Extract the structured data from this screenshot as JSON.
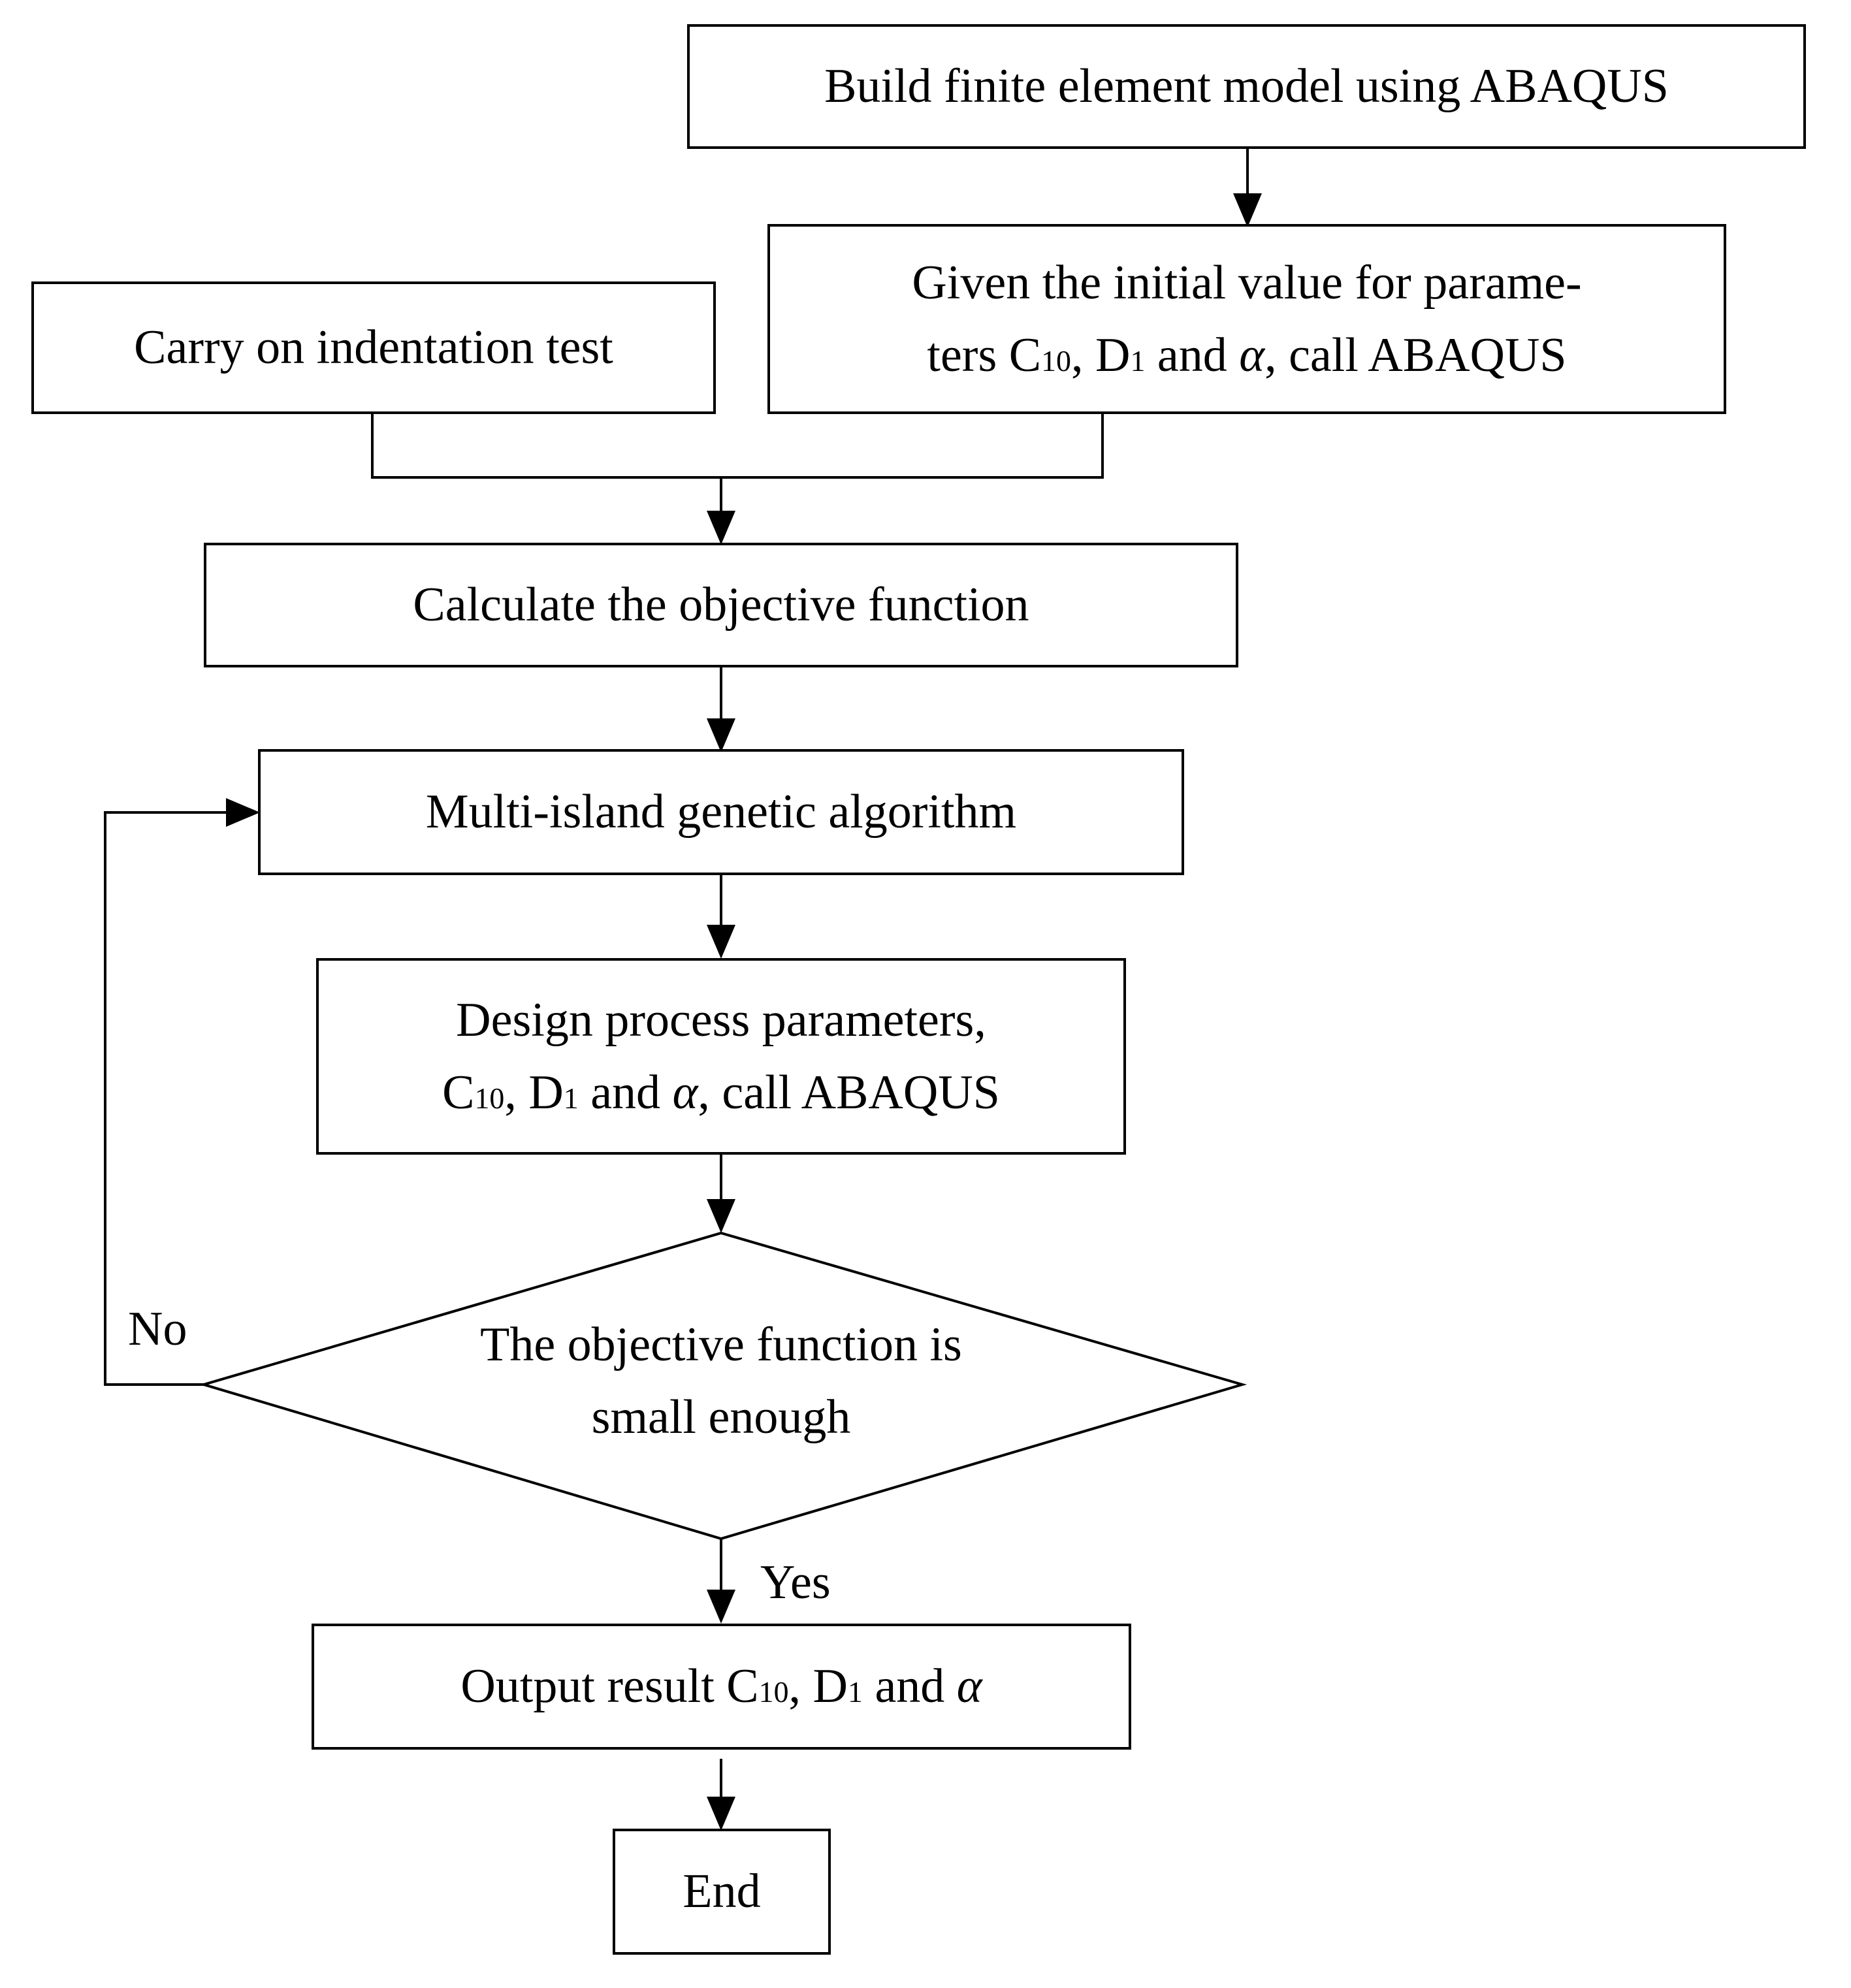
{
  "nodes": {
    "build_model": {
      "line1": "Build finite element model using ABAQUS"
    },
    "initial_value": {
      "line1": "Given the initial value for parame-",
      "line2_prefix": "ters C",
      "line2_sub1": "10",
      "line2_mid1": ", D",
      "line2_sub2": "1",
      "line2_mid2": " and ",
      "line2_alpha": "α",
      "line2_suffix": ", call ABAQUS"
    },
    "indentation_test": {
      "line1": "Carry on indentation test"
    },
    "objective_function": {
      "line1": "Calculate the objective function"
    },
    "genetic_algorithm": {
      "line1": "Multi-island genetic algorithm"
    },
    "design_params": {
      "line1": "Design process parameters,",
      "line2_prefix": "C",
      "line2_sub1": "10",
      "line2_mid1": ", D",
      "line2_sub2": "1",
      "line2_mid2": " and ",
      "line2_alpha": "α",
      "line2_suffix": ", call ABAQUS"
    },
    "decision": {
      "line1": "The objective function is",
      "line2": "small enough"
    },
    "output": {
      "prefix": "Output result C",
      "sub1": "10",
      "mid1": ", D",
      "sub2": "1",
      "mid2": " and ",
      "alpha": "α"
    },
    "end": {
      "line1": "End"
    }
  },
  "labels": {
    "no": "No",
    "yes": "Yes"
  }
}
